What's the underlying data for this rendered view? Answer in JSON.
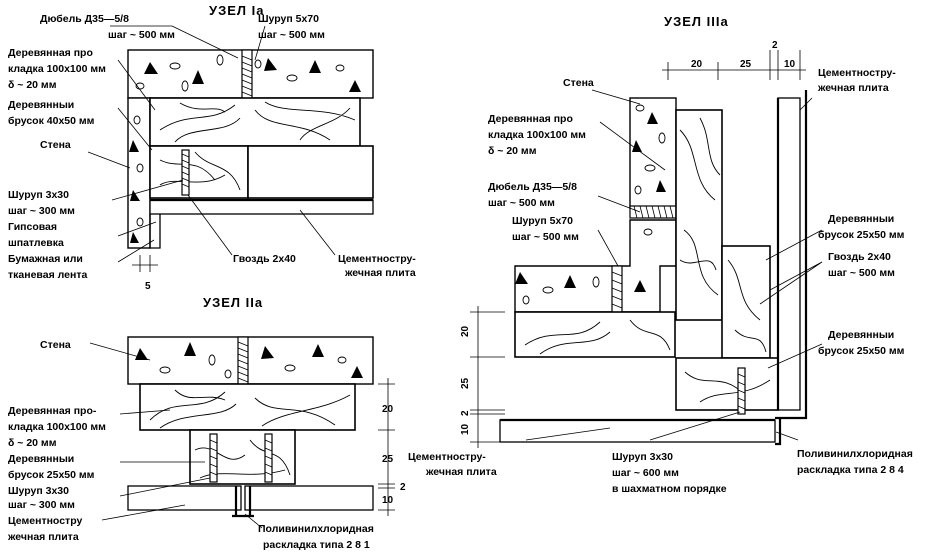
{
  "nodes": {
    "node_1a": {
      "title": "УЗЕЛ  Iа",
      "labels": {
        "dowel": [
          "Дюбель Д35—5/8",
          "шаг ~ 500 мм"
        ],
        "screw_top": [
          "Шуруп 5х70",
          "шаг ~ 500 мм"
        ],
        "spacer": [
          "Деревянная про",
          "кладка 100х100 мм",
          "δ ~ 20 мм"
        ],
        "bar": [
          "Деревянныи",
          "брусок 40х50 мм"
        ],
        "wall": [
          "Стена"
        ],
        "screw_small": [
          "Шуруп 3х30",
          "шаг ~ 300 мм"
        ],
        "putty": [
          "Гипсовая",
          "шпатлевка"
        ],
        "tape": [
          "Бумажная или",
          "тканевая лента"
        ],
        "nail": [
          "Гвоздь 2х40"
        ],
        "board": [
          "Цементностру-",
          "жечная плита"
        ]
      },
      "dims": [
        "5"
      ]
    },
    "node_2a": {
      "title": "УЗЕЛ  IIа",
      "labels": {
        "wall": [
          "Стена"
        ],
        "spacer": [
          "Деревянная про-",
          "кладка 100х100 мм",
          "δ ~ 20 мм"
        ],
        "bar": [
          "Деревянныи",
          "брусок 25х50 мм"
        ],
        "screw": [
          "Шуруп 3х30",
          "шаг ~ 300 мм"
        ],
        "board": [
          "Цементностру",
          "жечная плита"
        ],
        "pvc": [
          "Поливинилхлоридная",
          "раскладка типа 2 8 1"
        ]
      },
      "dims": [
        "20",
        "25",
        "2",
        "10"
      ]
    },
    "node_3a": {
      "title": "УЗЕЛ  IIIа",
      "labels": {
        "wall": [
          "Стена"
        ],
        "spacer": [
          "Деревянная про",
          "кладка 100х100 мм",
          "δ ~ 20 мм"
        ],
        "dowel": [
          "Дюбель Д35—5/8",
          "шаг ~ 500 мм"
        ],
        "screw_top": [
          "Шуруп 5х70",
          "шаг ~ 500 мм"
        ],
        "board_top": [
          "Цементностру-",
          "жечная плита"
        ],
        "bar1": [
          "Деревянныи",
          "брусок 25х50 мм"
        ],
        "nail": [
          "Гвоздь 2х40",
          "шаг ~ 500 мм"
        ],
        "bar2": [
          "Деревянныи",
          "брусок 25х50 мм"
        ],
        "board": [
          "Цементностру-",
          "жечная плита"
        ],
        "screw_small": [
          "Шуруп 3х30",
          "шаг ~ 600 мм",
          "в шахматном порядке"
        ],
        "pvc": [
          "Поливинилхлоридная",
          "раскладка типа 2 8 4"
        ]
      },
      "dims_top": [
        "20",
        "25",
        "2",
        "10"
      ],
      "dims_left": [
        "20",
        "25",
        "2",
        "10"
      ]
    }
  }
}
